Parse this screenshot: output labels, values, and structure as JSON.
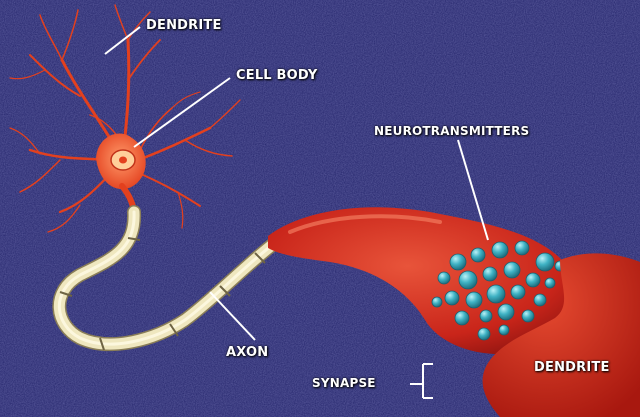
{
  "colors": {
    "background": "#22236a",
    "neuron": "#e3401e",
    "terminal": "#c9251a",
    "myelin": "#efe7bf",
    "vesicle": "#3fb2c4",
    "leader": "#ffffff"
  },
  "labels": {
    "dendrite_top": "DENDRITE",
    "cell_body": "CELL BODY",
    "neurotransmitters": "NEUROTRANSMITTERS",
    "axon": "AXON",
    "synapse": "SYNAPSE",
    "dendrite_bottom": "DENDRITE"
  },
  "icons": {
    "neuron": "neuron-cell-icon",
    "terminal": "axon-terminal-icon",
    "vesicles": "vesicle-cluster-icon"
  }
}
